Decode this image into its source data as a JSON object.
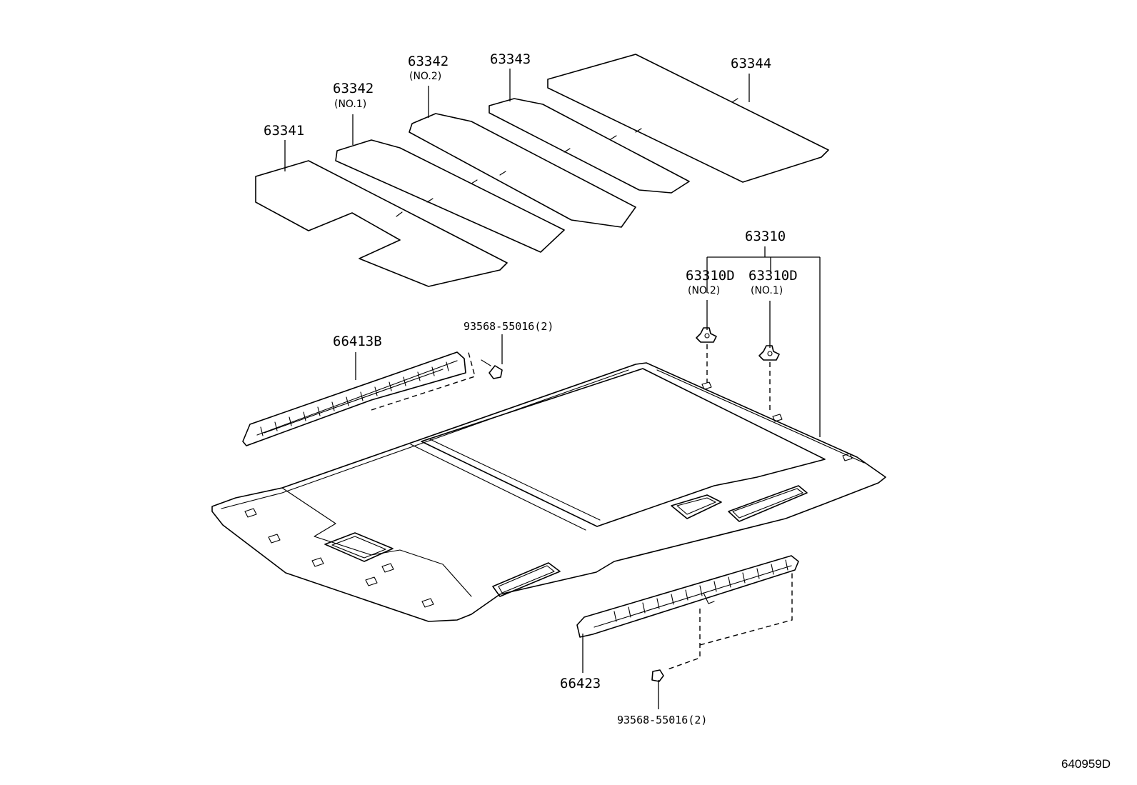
{
  "labels": {
    "p63341": "63341",
    "p63342_no1": "63342",
    "p63342_no1_sub": "(NO.1)",
    "p63342_no2": "63342",
    "p63342_no2_sub": "(NO.2)",
    "p63343": "63343",
    "p63344": "63344",
    "p63310": "63310",
    "p63310d_no2": "63310D",
    "p63310d_no2_sub": "(NO.2)",
    "p63310d_no1": "63310D",
    "p63310d_no1_sub": "(NO.1)",
    "p66413b": "66413B",
    "p93568_top": "93568-55016(2)",
    "p66423": "66423",
    "p93568_bottom": "93568-55016(2)"
  },
  "figure_ref": "640959D"
}
